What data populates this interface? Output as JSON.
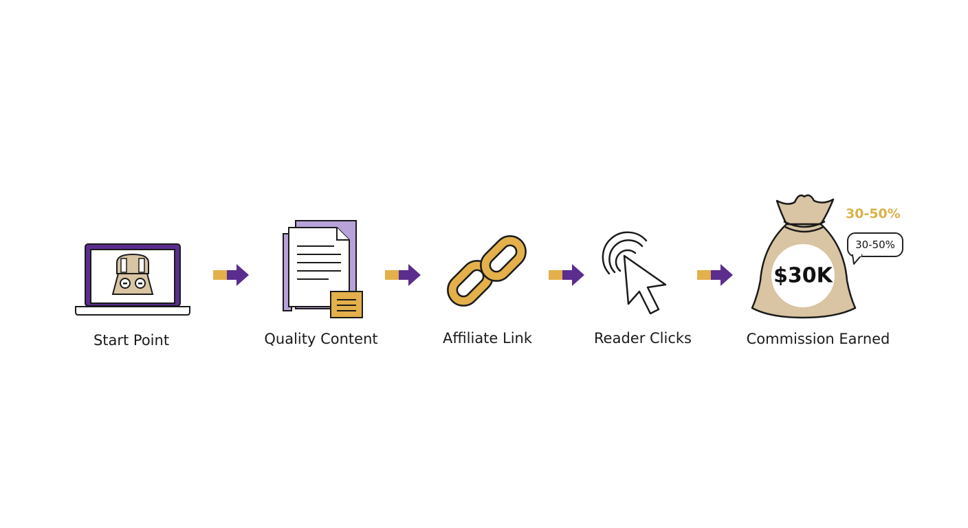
{
  "steps": [
    {
      "label": "Start Point",
      "icon": "laptop-icon"
    },
    {
      "label": "Quality Content",
      "icon": "document-icon"
    },
    {
      "label": "Affiliate Link",
      "icon": "chain-link-icon"
    },
    {
      "label": "Reader Clicks",
      "icon": "cursor-click-icon"
    },
    {
      "label": "Commission Earned",
      "icon": "money-bag-icon"
    }
  ],
  "commission": {
    "amount": "$30K",
    "rate_text": "30-50%",
    "rate_bubble": "30-50%"
  },
  "colors": {
    "purple": "#5b2d8e",
    "gold": "#e3b04b",
    "bag": "#d9c4a3",
    "lavender": "#b7a3d9"
  }
}
